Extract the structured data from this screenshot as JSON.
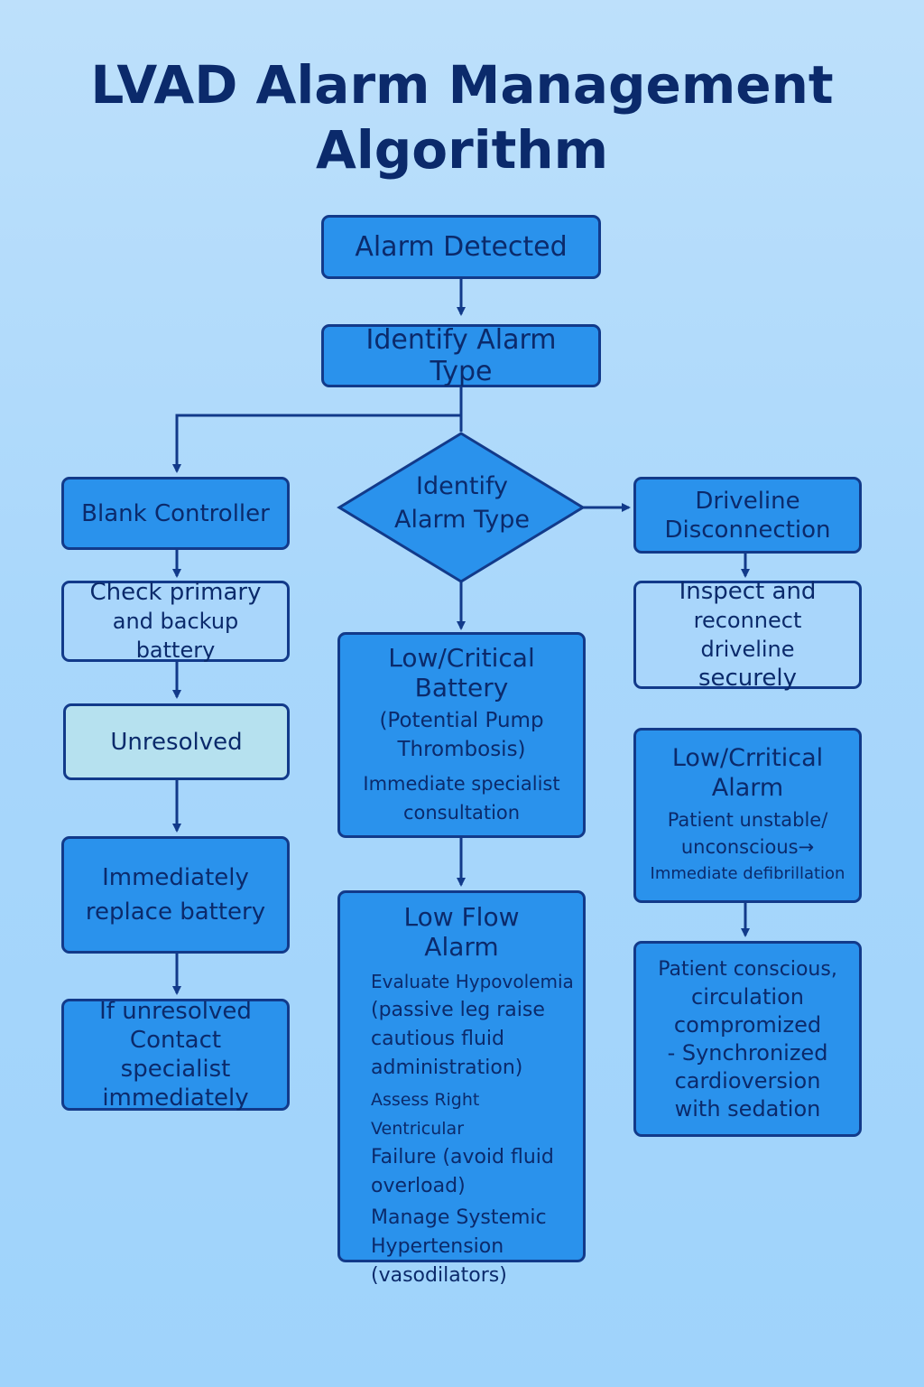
{
  "title": {
    "line1": "LVAD Alarm Management",
    "line2": "Algorithm"
  },
  "nodes": {
    "alarm_detected": "Alarm Detected",
    "identify_alarm_type_box": "Identify Alarm Type",
    "identify_diamond": {
      "line1": "Identify",
      "line2": "Alarm Type"
    },
    "blank_controller": "Blank Controller",
    "check_battery": {
      "line1": "Check primary",
      "line2": "and backup battery"
    },
    "unresolved": "Unresolved",
    "replace_battery": {
      "line1": "Immediately",
      "line2": "replace battery"
    },
    "contact_specialist": {
      "line1": "If unresolved",
      "line2": "Contact specialist",
      "line3": "immediately"
    },
    "low_critical_battery": {
      "head1": "Low/Critical",
      "head2": "Battery",
      "sub1": "(Potential Pump",
      "sub2": "Thrombosis)",
      "sub3": "Immediate specialist",
      "sub4": "consultation"
    },
    "low_flow_alarm": {
      "head1": "Low Flow",
      "head2": "Alarm",
      "lines": [
        "Evaluate Hypovolemia",
        "(passive leg raise",
        "cautious fluid",
        "administration)",
        "Assess Right Ventricular",
        "Failure (avoid fluid",
        "overload)",
        "Manage Systemic",
        "Hypertension",
        "(vasodilators)"
      ]
    },
    "driveline_disconnection": {
      "line1": "Driveline",
      "line2": "Disconnection"
    },
    "inspect_driveline": {
      "line1": "Inspect and",
      "line2": "reconnect driveline",
      "line3": "securely"
    },
    "low_critical_alarm": {
      "head1": "Low/Crritical",
      "head2": "Alarm",
      "sub1": "Patient unstable/",
      "sub2": "unconscious→",
      "sub3": "Immediate defibrillation"
    },
    "patient_conscious": {
      "line1": "Patient conscious,",
      "line2": "circulation",
      "line3": "compromized",
      "line4": "- Synchronized",
      "line5": "cardioversion",
      "line6": "with sedation"
    }
  },
  "colors": {
    "background": "#a9d7fb",
    "box_fill": "#2a92ec",
    "box_border": "#123a8a",
    "text": "#0b2a6b"
  }
}
